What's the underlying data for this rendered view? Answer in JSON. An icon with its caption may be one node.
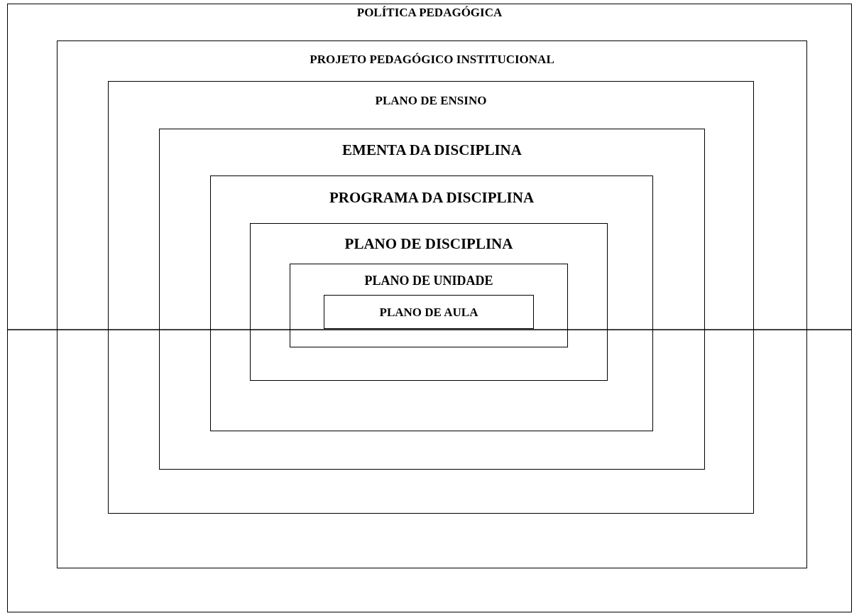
{
  "diagram": {
    "nodes": [
      {
        "text": [
          "POLÍTICA PEDAGÓGICA"
        ]
      },
      {
        "text": [
          "PROJETO PEDAGÓGICO INSTITUCIONAL"
        ],
        "in": 0
      },
      {
        "text": [
          "PLANO DE ENSINO"
        ],
        "in": 1
      },
      {
        "text": [
          "EMENTA DA DISCIPLINA"
        ],
        "in": 2
      },
      {
        "text": [
          "PROGRAMA DA DISCIPLINA"
        ],
        "in": 3
      },
      {
        "text": [
          "PLANO DE DISCIPLINA"
        ],
        "in": 4
      },
      {
        "text": [
          "PLANO DE UNIDADE"
        ],
        "in": 5
      },
      {
        "text": [
          "PLANO DE AULA"
        ],
        "in": 6
      }
    ]
  }
}
